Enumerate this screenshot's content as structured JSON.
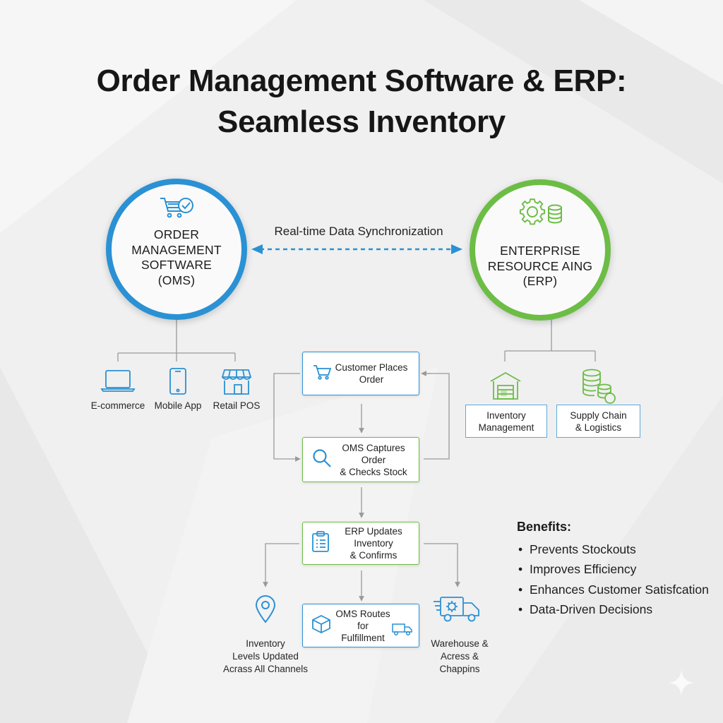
{
  "title": {
    "line1": "Order Management Software & ERP:",
    "line2": "Seamless Inventory"
  },
  "oms": {
    "label": "ORDER\nMANAGEMENT\nSOFTWARE\n(OMS)",
    "icon": "shopping-cart-check-icon",
    "color": "#2a91d4"
  },
  "erp": {
    "label": "ENTERPRISE\nRESOURCE AING\n(ERP)",
    "icon": "gear-database-icon",
    "color": "#6cbd45"
  },
  "sync_label": "Real-time Data Synchronization",
  "sources": [
    {
      "label": "E-commerce",
      "icon": "laptop-icon"
    },
    {
      "label": "Mobile App",
      "icon": "smartphone-icon"
    },
    {
      "label": "Retail POS",
      "icon": "storefront-icon"
    }
  ],
  "erp_modules": [
    {
      "label": "Inventory\nManagement",
      "icon": "warehouse-icon"
    },
    {
      "label": "Supply Chain\n& Logistics",
      "icon": "database-coins-icon"
    }
  ],
  "flow": [
    {
      "label": "Customer Places\nOrder",
      "icon": "cart-icon"
    },
    {
      "label": "OMS Captures Order\n& Checks Stock",
      "icon": "magnifier-icon"
    },
    {
      "label": "ERP Updates Inventory\n& Confirms",
      "icon": "clipboard-icon"
    },
    {
      "label": "OMS Routes for\nFulfillment",
      "icon": "package-icon"
    }
  ],
  "outcomes": {
    "left": {
      "label": "Inventory\nLevels Updated\nAcrass All Channels",
      "icon": "location-pin-icon"
    },
    "right": {
      "label": "Warehouse &\nAcress &\nChappins",
      "icon": "delivery-truck-icon"
    }
  },
  "benefits": {
    "heading": "Benefits:",
    "items": [
      "Prevents Stockouts",
      "Improves Efficiency",
      "Enhances Customer Satisfcation",
      "Data-Driven Decisions"
    ]
  }
}
